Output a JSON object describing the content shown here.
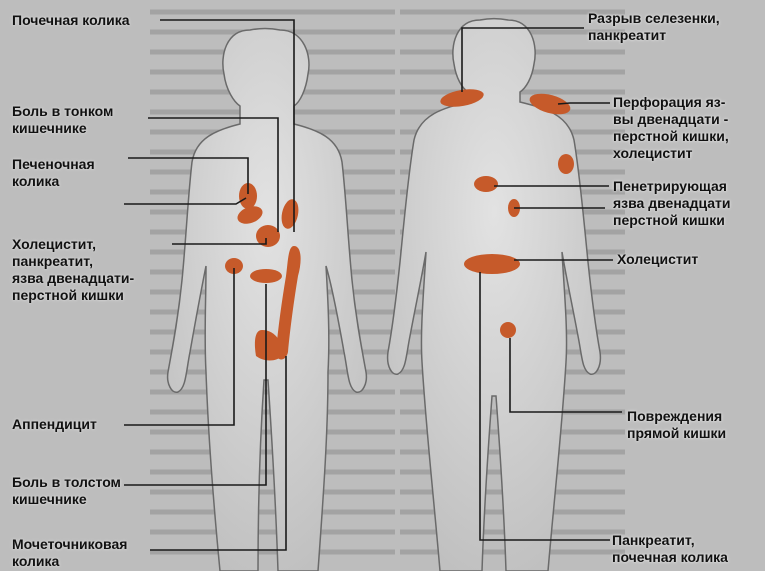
{
  "figure": {
    "left_labels": {
      "renal_colic": "Почечная колика",
      "small_intestine_pain": "Боль в тонком\nкишечнике",
      "hepatic_colic": "Печеночная\nколика",
      "cholecystitis_pancreatitis_duodenal": "Холецистит,\nпанкреатит,\nязва двенадцати-\nперстной кишки",
      "appendicitis": "Аппендицит",
      "large_intestine_pain": "Боль в толстом\nкишечнике",
      "ureteral_colic": "Мочеточниковая\nколика"
    },
    "right_labels": {
      "spleen_rupture": "Разрыв селезенки,\nпанкреатит",
      "duodenal_perforation": "Перфорация яз-\nвы двенадцати -\nперстной кишки,\nхолецистит",
      "penetrating_ulcer": "Пенетрирующая\nязва двенадцати\nперстной кишки",
      "cholecystitis": "Холецистит",
      "rectal_injury": "Повреждения\nпрямой кишки",
      "pancreatitis_renal_colic": "Панкреатит,\nпочечная колика"
    },
    "colors": {
      "pain_area": "#c65a2a",
      "body_fill": "#d6d6d6",
      "body_outline": "#6a6a6a",
      "leader_line": "#1a1a1a",
      "background": "#bdbdbd"
    }
  }
}
